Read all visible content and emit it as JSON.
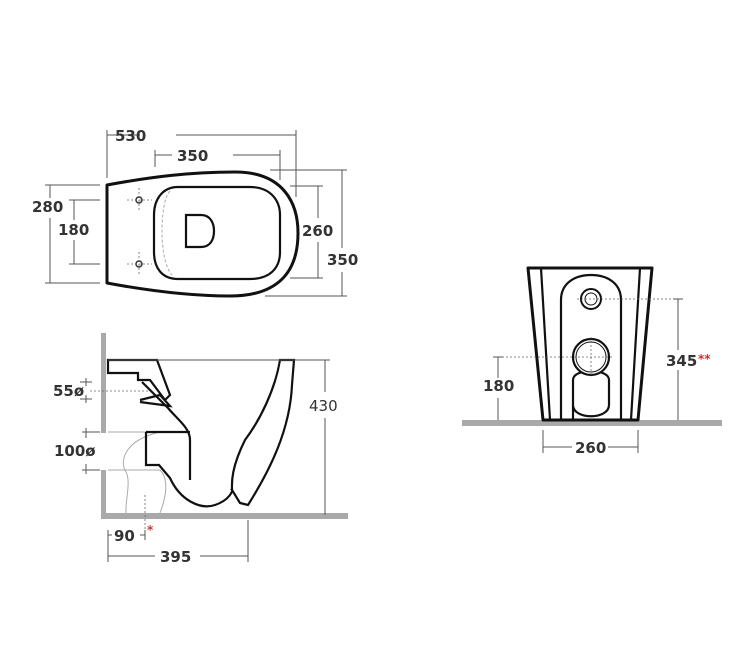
{
  "top_view": {
    "dims": {
      "length": "530",
      "seat_length": "350",
      "width_rear": "280",
      "bolt_spacing": "180",
      "seat_width": "260",
      "width": "350"
    }
  },
  "side_view": {
    "dims": {
      "inlet": "55ø",
      "outlet": "100ø",
      "height": "430",
      "outlet_offset": "90",
      "outlet_offset_mark": "*",
      "depth": "395"
    }
  },
  "front_view": {
    "dims": {
      "outlet_height": "180",
      "inlet_height": "345",
      "inlet_height_mark": "**",
      "base_width": "260"
    }
  }
}
